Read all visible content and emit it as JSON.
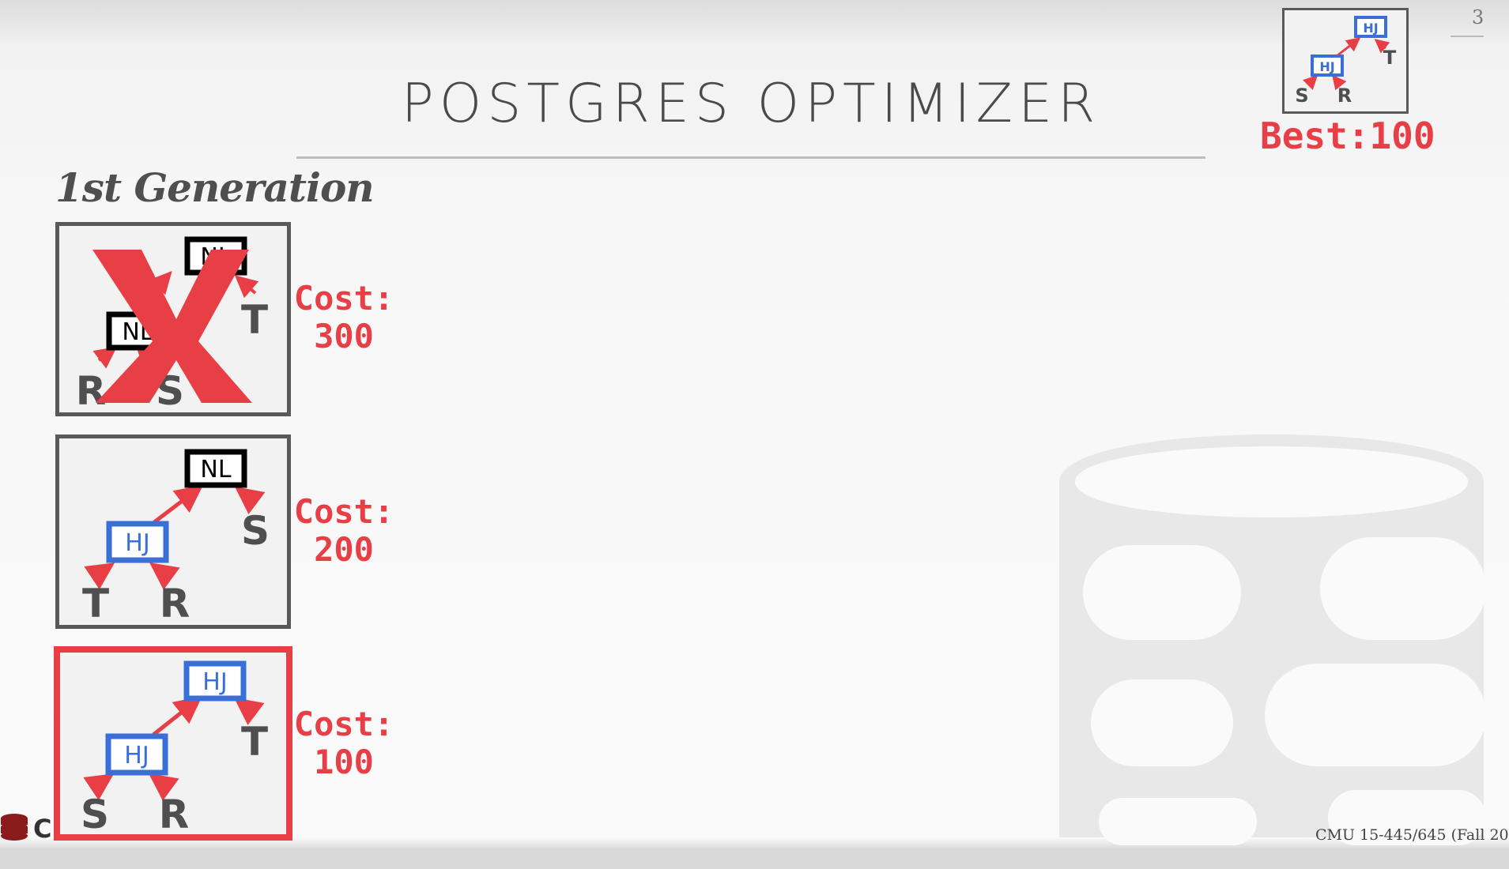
{
  "slide": {
    "title": "POSTGRES OPTIMIZER",
    "number": "3",
    "footer": "CMU 15-445/645 (Fall 20",
    "logo_text": "C"
  },
  "best": {
    "label": "Best:100"
  },
  "generation": {
    "heading": "1st Generation"
  },
  "plans": [
    {
      "cost_label": "Cost:",
      "cost_value": "300",
      "root_join": "NL",
      "child_join": "NL",
      "tables": [
        "R",
        "S",
        "T"
      ],
      "rejected": true
    },
    {
      "cost_label": "Cost:",
      "cost_value": "200",
      "root_join": "NL",
      "child_join": "HJ",
      "tables": [
        "T",
        "R",
        "S"
      ],
      "rejected": false
    },
    {
      "cost_label": "Cost:",
      "cost_value": "100",
      "root_join": "HJ",
      "child_join": "HJ",
      "tables": [
        "S",
        "R",
        "T"
      ],
      "rejected": false
    }
  ],
  "best_plan": {
    "root_join": "HJ",
    "child_join": "HJ",
    "tables": [
      "S",
      "R",
      "T"
    ]
  },
  "colors": {
    "accent_red": "#e83f46",
    "hash_join_blue": "#3a6fd8",
    "dark_gray": "#4f4f4f"
  },
  "icons": {
    "rejected_mark": "x-mark-icon",
    "watermark": "database-icon"
  }
}
